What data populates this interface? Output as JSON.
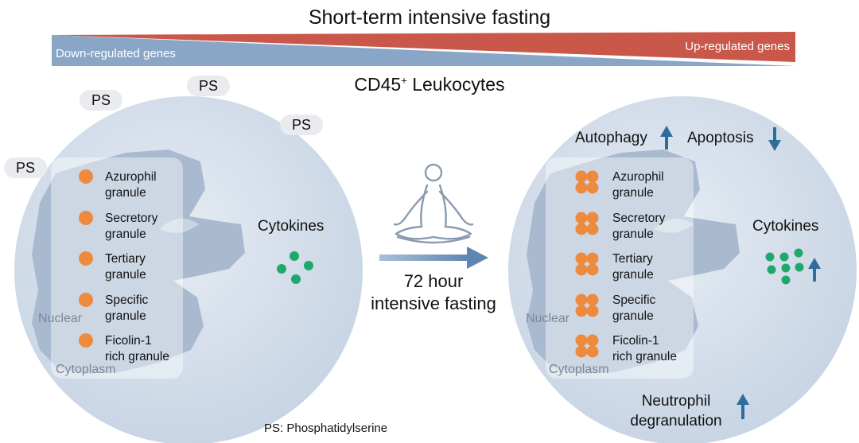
{
  "title": "Short-term intensive fasting",
  "gradient": {
    "down_label": "Down-regulated genes",
    "up_label": "Up-regulated genes",
    "down_color": "#8aa6c6",
    "up_color": "#c9574a"
  },
  "cell_type": {
    "label": "CD45",
    "superscript": "+",
    "suffix": " Leukocytes"
  },
  "ps_labels": [
    "PS",
    "PS",
    "PS",
    "PS"
  ],
  "intervention": {
    "line1": "72 hour",
    "line2": "intensive fasting",
    "icon": "meditation-icon",
    "arrow_color": "#6f90b6"
  },
  "before_cell": {
    "granules": [
      {
        "line1": "Azurophil",
        "line2": "granule"
      },
      {
        "line1": "Secretory",
        "line2": "granule"
      },
      {
        "line1": "Tertiary",
        "line2": "granule"
      },
      {
        "line1": "Specific",
        "line2": "granule"
      },
      {
        "line1": "Ficolin-1",
        "line2": "rich granule"
      }
    ],
    "cytokines_label": "Cytokines",
    "nuclear_label": "Nuclear",
    "cytoplasm_label": "Cytoplasm"
  },
  "after_cell": {
    "granules": [
      {
        "line1": "Azurophil",
        "line2": "granule"
      },
      {
        "line1": "Secretory",
        "line2": "granule"
      },
      {
        "line1": "Tertiary",
        "line2": "granule"
      },
      {
        "line1": "Specific",
        "line2": "granule"
      },
      {
        "line1": "Ficolin-1",
        "line2": "rich granule"
      }
    ],
    "cytokines_label": "Cytokines",
    "nuclear_label": "Nuclear",
    "cytoplasm_label": "Cytoplasm",
    "autophagy_label": "Autophagy",
    "apoptosis_label": "Apoptosis",
    "neutrophil_line1": "Neutrophil",
    "neutrophil_line2": "degranulation",
    "autophagy_direction": "up",
    "apoptosis_direction": "down",
    "cytokines_direction": "up",
    "neutrophil_direction": "up"
  },
  "colors": {
    "cell_fill": "#d5deea",
    "nucleus_fill": "#a9bad0",
    "granule": "#ee8a3e",
    "cytokine": "#1fa86b",
    "indicator_arrow": "#2f6e9c"
  },
  "footnote": "PS: Phosphatidylserine"
}
